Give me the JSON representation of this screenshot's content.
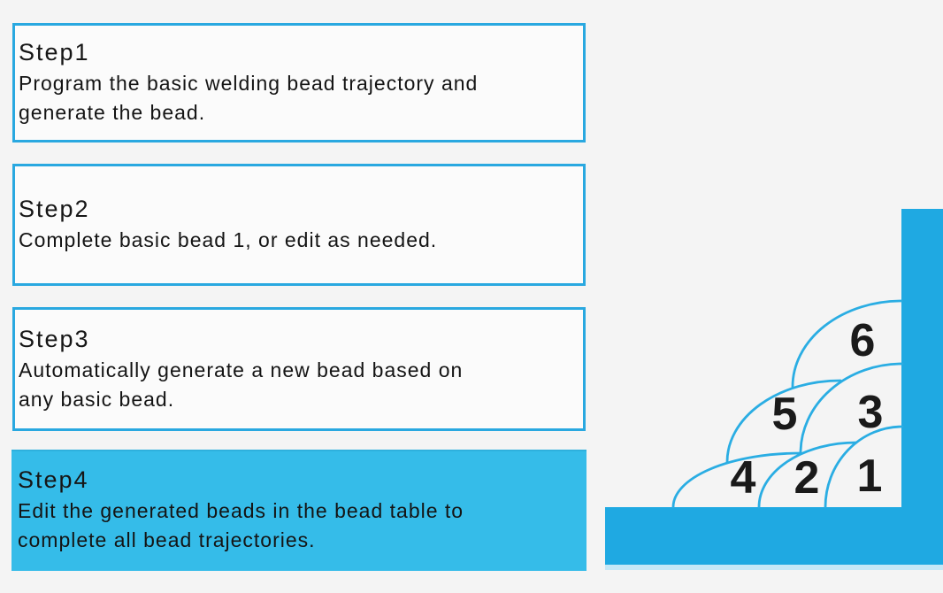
{
  "colors": {
    "background": "#f4f4f4",
    "card_background": "#fbfbfb",
    "accent_blue": "#29a8e0",
    "highlight_fill": "#35bce9",
    "plate_blue": "#1fa9e2",
    "bead_line_blue": "#2aade3",
    "text": "#141414"
  },
  "steps": [
    {
      "title": "Step1",
      "lines": [
        "Program the basic welding bead trajectory and",
        "generate the bead."
      ],
      "highlighted": false
    },
    {
      "title": "Step2",
      "lines": [
        "Complete basic bead 1, or edit as needed."
      ],
      "highlighted": false
    },
    {
      "title": "Step3",
      "lines": [
        "Automatically generate a new bead based on",
        "any basic bead."
      ],
      "highlighted": false
    },
    {
      "title": "Step4",
      "lines": [
        "Edit the generated beads in the bead table to",
        "complete all bead trajectories."
      ],
      "highlighted": true
    }
  ],
  "diagram": {
    "description": "Cross-section of a corner fillet weld showing the deposition order of six beads between a horizontal and a vertical plate",
    "beads": [
      {
        "label": "1"
      },
      {
        "label": "2"
      },
      {
        "label": "3"
      },
      {
        "label": "4"
      },
      {
        "label": "5"
      },
      {
        "label": "6"
      }
    ]
  }
}
